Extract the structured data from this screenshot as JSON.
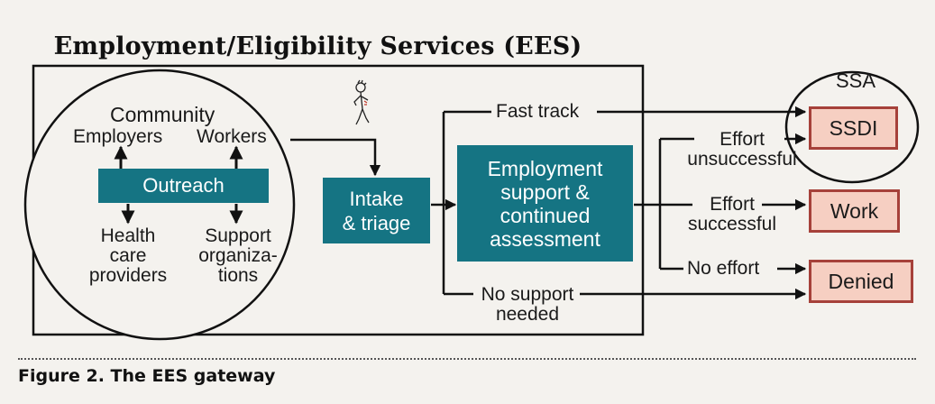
{
  "title": "Employment/Eligibility Services (EES)",
  "community": {
    "heading": "Community",
    "employers": "Employers",
    "workers": "Workers",
    "outreach": "Outreach",
    "health_care": [
      "Health",
      "care",
      "providers"
    ],
    "support_orgs": [
      "Support",
      "organiza-",
      "tions"
    ]
  },
  "intake": [
    "Intake",
    "& triage"
  ],
  "employment_support": [
    "Employment",
    "support &",
    "continued",
    "assessment"
  ],
  "paths": {
    "fast_track": "Fast track",
    "no_support": [
      "No support",
      "needed"
    ],
    "effort_unsuccessful": [
      "Effort",
      "unsuccessful"
    ],
    "effort_successful": [
      "Effort",
      "successful"
    ],
    "no_effort": "No effort"
  },
  "outcomes": {
    "ssa": "SSA",
    "ssdi": "SSDI",
    "work": "Work",
    "denied": "Denied"
  },
  "caption": "Figure 2. The EES gateway",
  "colors": {
    "teal": "#157483",
    "outcome_fill": "#f6cfc2",
    "outcome_border": "#a6413a",
    "background": "#f4f2ee"
  },
  "icons": {
    "person": "walking-person-with-back-pain-icon"
  }
}
